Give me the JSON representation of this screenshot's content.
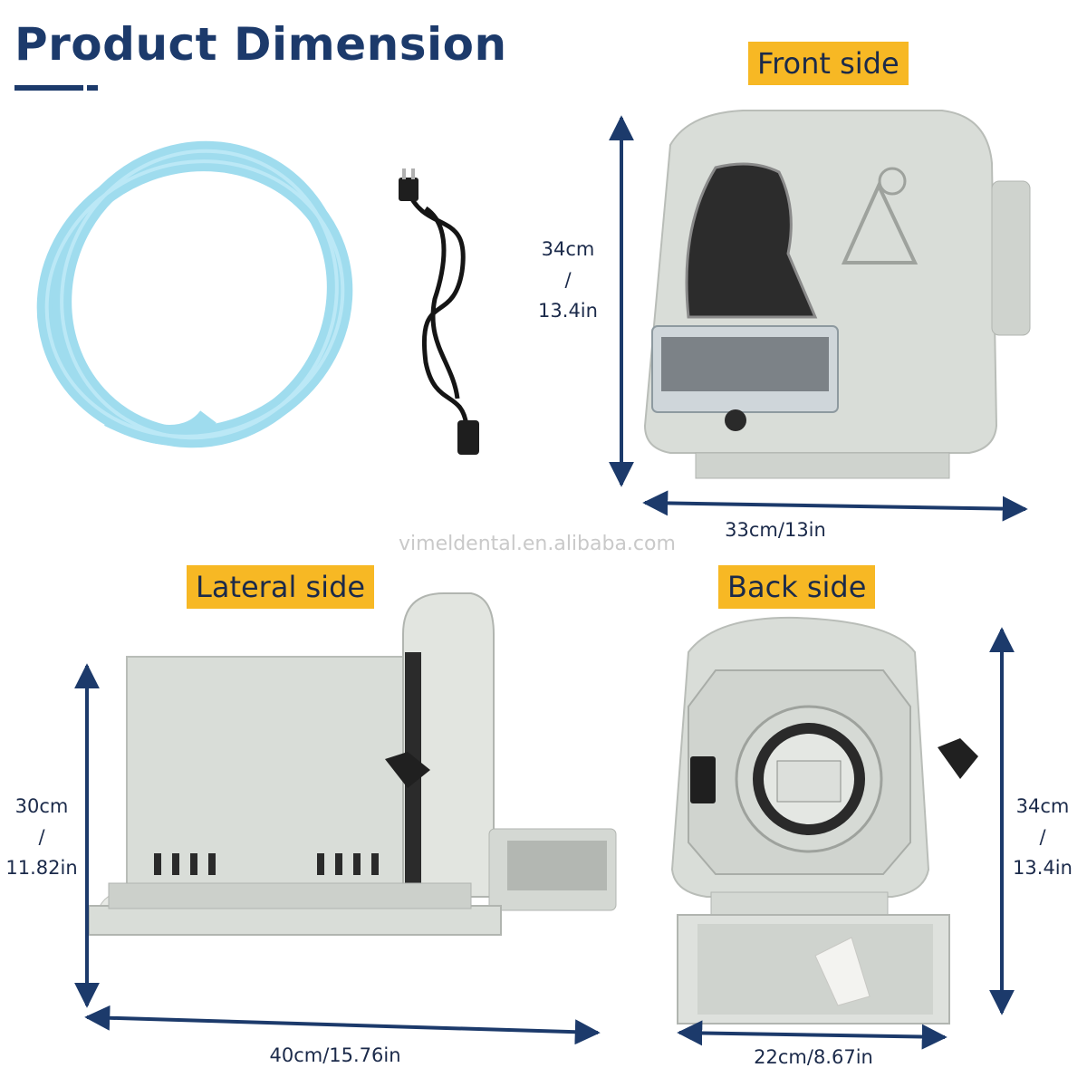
{
  "header": {
    "title": "Product Dimension"
  },
  "labels": {
    "front": "Front side",
    "lateral": "Lateral side",
    "back": "Back side"
  },
  "front_dims": {
    "height_cm": "34cm",
    "sep": "/",
    "height_in": "13.4in",
    "width": "33cm/13in"
  },
  "lateral_dims": {
    "height_cm": "30cm",
    "sep": "/",
    "height_in": "11.82in",
    "width": "40cm/15.76in"
  },
  "back_dims": {
    "height_cm": "34cm",
    "sep": "/",
    "height_in": "13.4in",
    "width": "22cm/8.67in"
  },
  "watermark": "vimeldental.en.alibaba.com",
  "colors": {
    "navy": "#1c3a6b",
    "tag": "#f7b824",
    "machine": "#d9ddd8",
    "hose": "#7fd0ea"
  }
}
